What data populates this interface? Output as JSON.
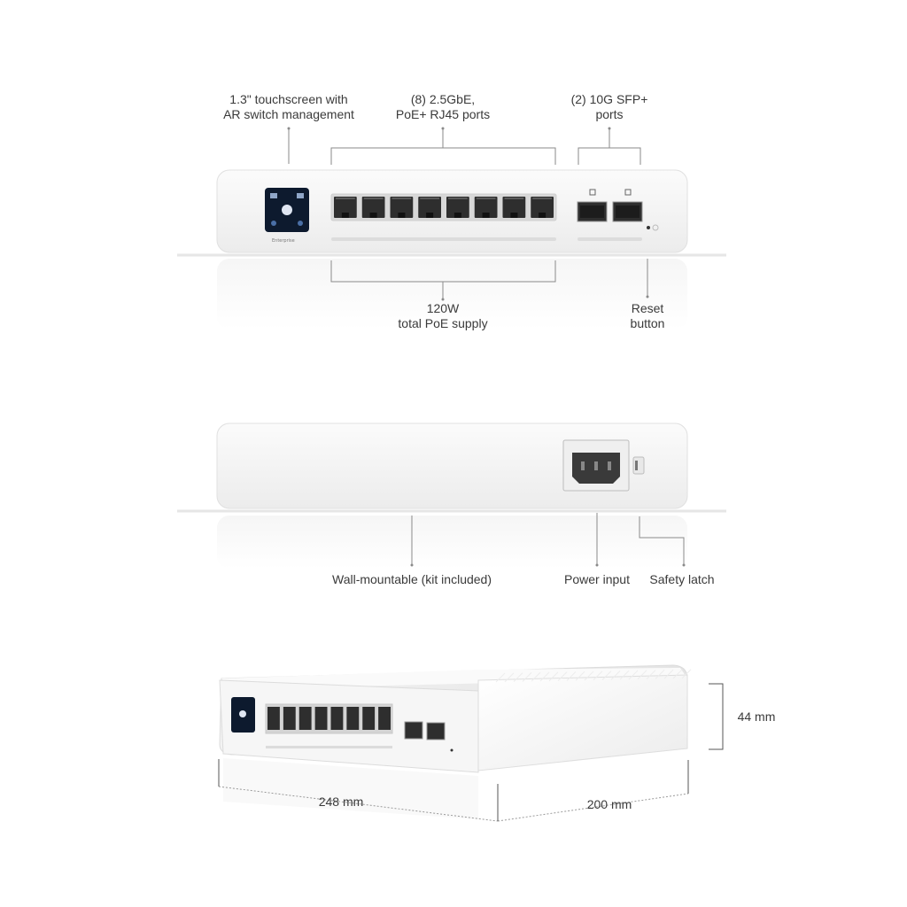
{
  "front_view": {
    "touchscreen_label_line1": "1.3\" touchscreen with",
    "touchscreen_label_line2": "AR switch management",
    "rj45_label_line1": "(8) 2.5GbE,",
    "rj45_label_line2": "PoE+ RJ45 ports",
    "sfp_label_line1": "(2) 10G SFP+",
    "sfp_label_line2": "ports",
    "poe_label_line1": "120W",
    "poe_label_line2": "total PoE supply",
    "reset_label_line1": "Reset",
    "reset_label_line2": "button",
    "badge_text": "Enterprise",
    "port_count": 8,
    "sfp_count": 2
  },
  "rear_view": {
    "wall_mount_label": "Wall-mountable (kit included)",
    "power_label": "Power input",
    "latch_label": "Safety latch"
  },
  "iso_view": {
    "height_label": "44 mm",
    "width_label": "248 mm",
    "depth_label": "200 mm"
  },
  "colors": {
    "device_body": "#f7f7f7",
    "device_edge": "#e2e2e2",
    "port_dark": "#2e2e2e",
    "screen": "#0d1a2e",
    "leader_line": "#8a8a8a"
  }
}
